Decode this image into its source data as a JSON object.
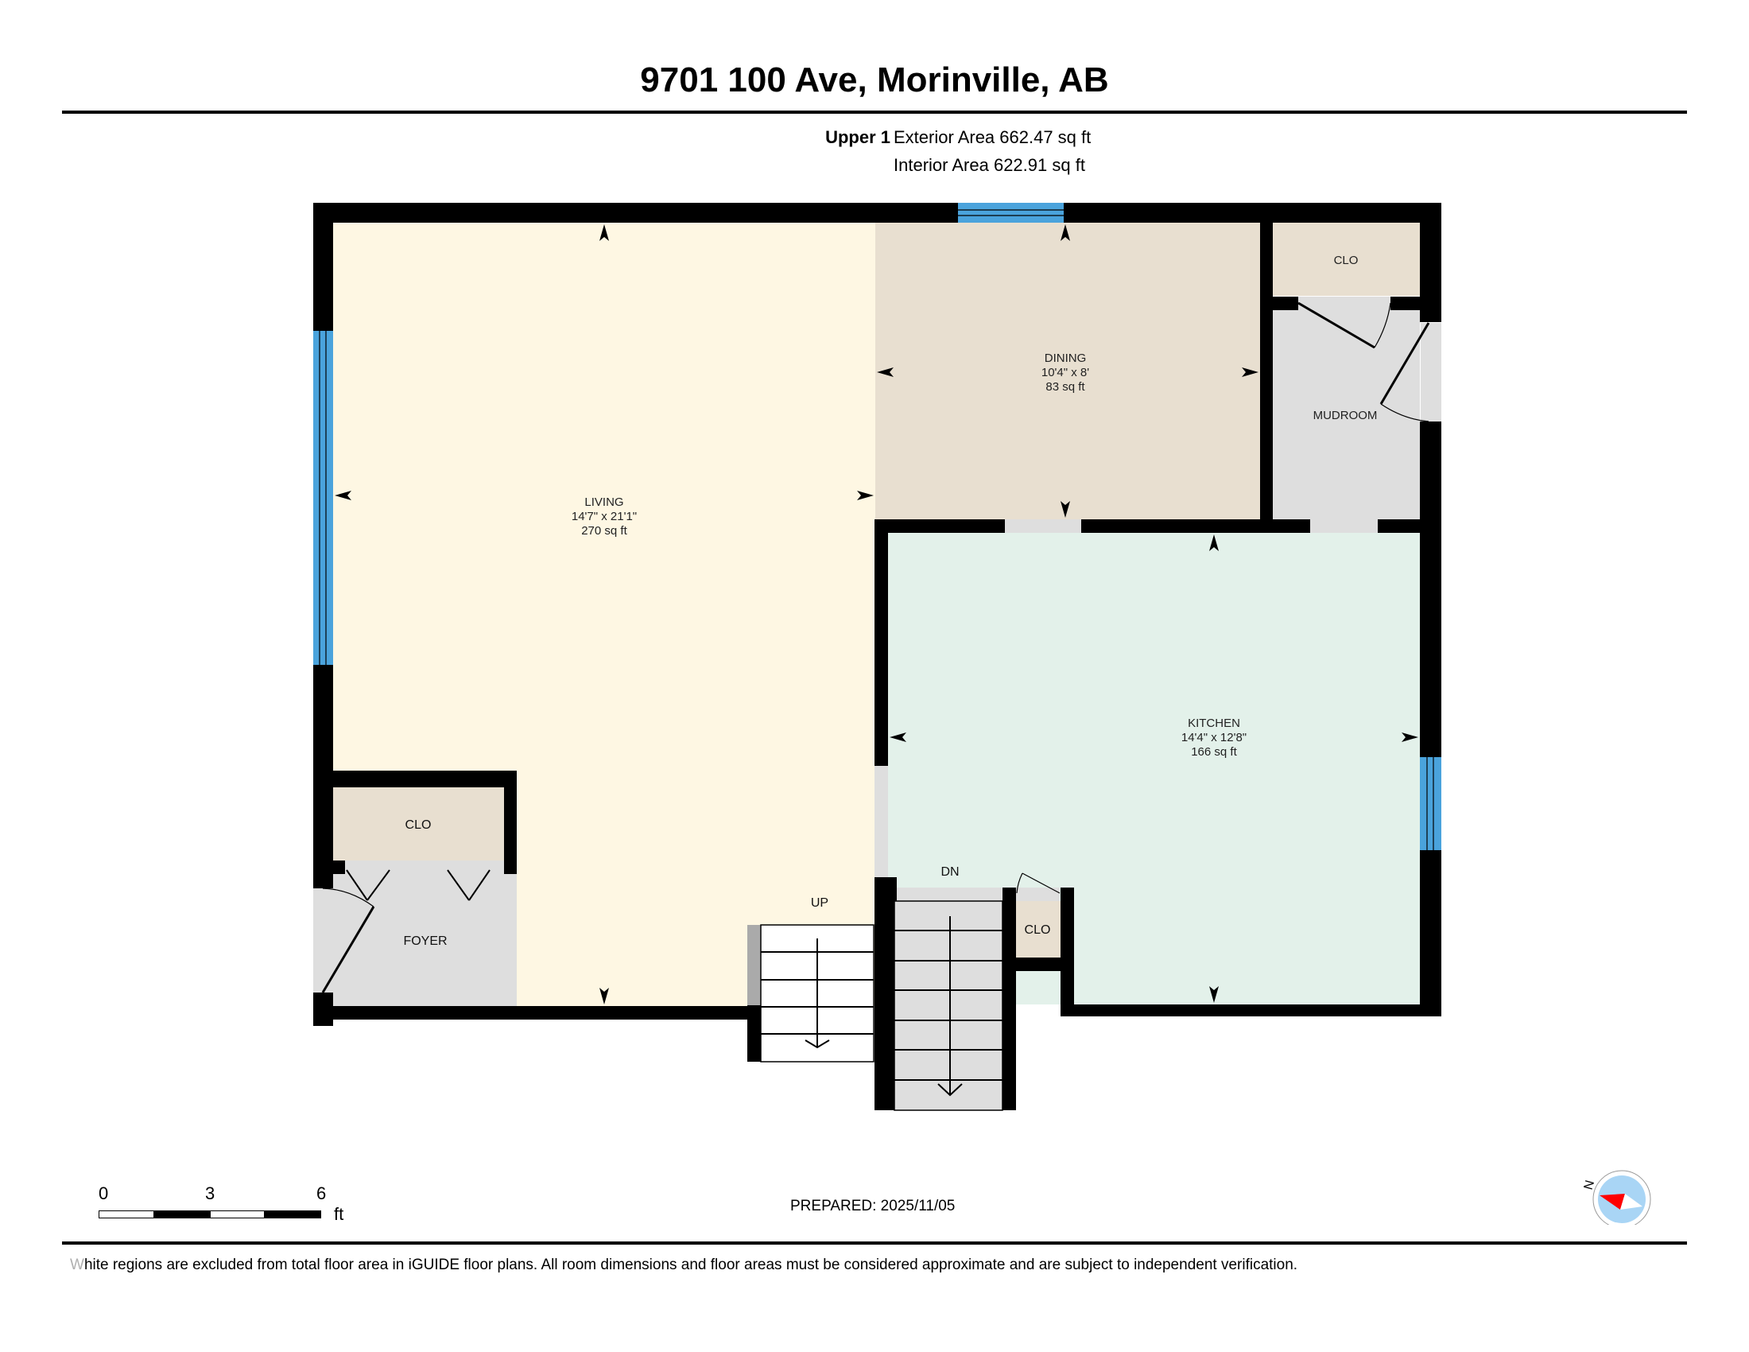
{
  "header": {
    "title": "9701 100 Ave, Morinville, AB",
    "floor_name": "Upper 1",
    "exterior_area": "Exterior Area 662.47 sq ft",
    "interior_area": "Interior Area 622.91 sq ft"
  },
  "rooms": {
    "living": {
      "name": "LIVING",
      "dims": "14'7\" x 21'1\"",
      "area": "270 sq ft"
    },
    "dining": {
      "name": "DINING",
      "dims": "10'4\" x 8'",
      "area": "83 sq ft"
    },
    "kitchen": {
      "name": "KITCHEN",
      "dims": "14'4\" x 12'8\"",
      "area": "166 sq ft"
    },
    "mudroom": {
      "name": "MUDROOM"
    },
    "foyer": {
      "name": "FOYER"
    },
    "closet_mudroom": {
      "name": "CLO"
    },
    "closet_foyer": {
      "name": "CLO"
    },
    "closet_stair": {
      "name": "CLO"
    }
  },
  "stairs": {
    "up_label": "UP",
    "down_label": "DN"
  },
  "colors": {
    "living": "#fef7e3",
    "dining": "#e8dfd0",
    "kitchen": "#e3f1ea",
    "closet": "#e8dfd0",
    "utility": "#dedede",
    "window": "#4aa3dc",
    "wall": "#000000"
  },
  "scale_bar": {
    "ticks": [
      "0",
      "3",
      "6"
    ],
    "unit": "ft"
  },
  "compass": {
    "label": "N",
    "icon": "compass-icon"
  },
  "footer": {
    "prepared": "PREPARED: 2025/11/05",
    "disclaimer_first_letter": "W",
    "disclaimer_rest": "hite regions are excluded from total floor area in iGUIDE floor plans. All room dimensions and floor areas must be considered approximate and are subject to independent verification."
  }
}
